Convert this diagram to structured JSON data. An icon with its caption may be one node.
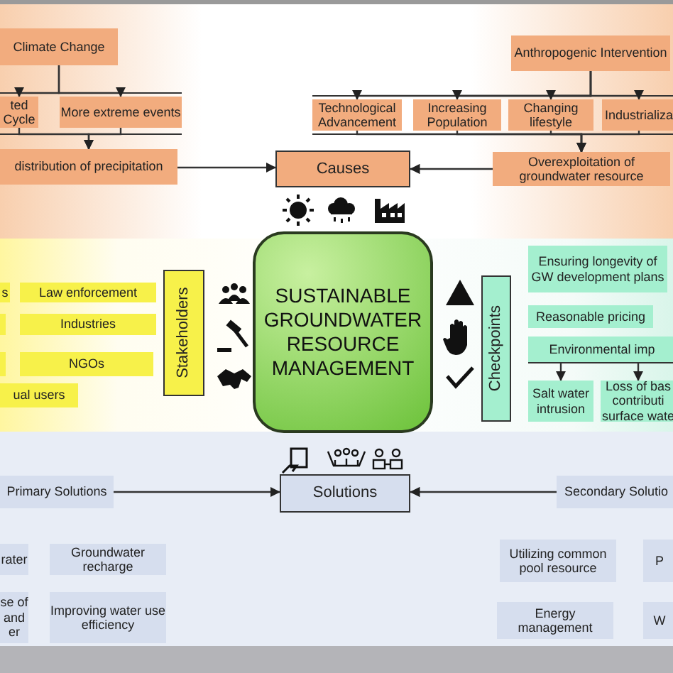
{
  "diagram": {
    "nodes": [
      {
        "text": [
          "Climate Change"
        ]
      },
      {
        "text": [
          "ted Cycle"
        ]
      },
      {
        "text": [
          "More extreme events"
        ]
      },
      {
        "text": [
          "distribution of precipitation"
        ]
      },
      {
        "text": [
          "Causes"
        ]
      },
      {
        "text": [
          "Anthropogenic Intervention"
        ]
      },
      {
        "text": [
          "Technological Advancement"
        ]
      },
      {
        "text": [
          "Increasing Population"
        ]
      },
      {
        "text": [
          "Changing lifestyle"
        ]
      },
      {
        "text": [
          "Industrializa"
        ]
      },
      {
        "text": [
          "Overexploitation of groundwater resource"
        ]
      },
      {
        "text": [
          "s"
        ]
      },
      {
        "text": [
          "Law enforcement"
        ]
      },
      {
        "text": [],
        "shape": "box"
      },
      {
        "text": [
          "Industries"
        ]
      },
      {
        "text": [],
        "shape": "box"
      },
      {
        "text": [
          "NGOs"
        ]
      },
      {
        "text": [
          "ual users"
        ]
      },
      {
        "text": [
          "Stakeholders"
        ]
      },
      {
        "text": [
          "SUSTAINABLE GROUNDWATER RESOURCE MANAGEMENT"
        ]
      },
      {
        "text": [
          "Checkpoints"
        ]
      },
      {
        "text": [
          "Ensuring longevity of GW development plans"
        ]
      },
      {
        "text": [
          "Reasonable pricing"
        ]
      },
      {
        "text": [
          "Environmental imp"
        ]
      },
      {
        "text": [
          "Salt water intrusion"
        ]
      },
      {
        "text": [
          "Loss of bas contributi surface wate"
        ]
      },
      {
        "text": [
          "Primary Solutions"
        ]
      },
      {
        "text": [
          "Solutions"
        ]
      },
      {
        "text": [
          "Secondary Solutio"
        ]
      },
      {
        "text": [
          "rater"
        ]
      },
      {
        "text": [
          "Groundwater recharge"
        ]
      },
      {
        "text": [
          "se of and er"
        ]
      },
      {
        "text": [
          "Improving water use efficiency"
        ]
      },
      {
        "text": [
          "Utilizing common pool resource"
        ]
      },
      {
        "text": [
          "P"
        ]
      },
      {
        "text": [
          "Energy management"
        ]
      },
      {
        "text": [
          "W"
        ]
      }
    ],
    "edges": [
      {
        "from": 0,
        "to": 1,
        "arrow": "to"
      },
      {
        "from": 0,
        "to": 2,
        "arrow": "to"
      },
      {
        "from": 1,
        "to": 3,
        "arrow": "to"
      },
      {
        "from": 2,
        "to": 3,
        "arrow": "to"
      },
      {
        "from": 3,
        "to": 4,
        "arrow": "to"
      },
      {
        "from": 5,
        "to": 6,
        "arrow": "to"
      },
      {
        "from": 5,
        "to": 7,
        "arrow": "to"
      },
      {
        "from": 5,
        "to": 8,
        "arrow": "to"
      },
      {
        "from": 5,
        "to": 9,
        "arrow": "to"
      },
      {
        "from": 6,
        "to": 10,
        "arrow": "to"
      },
      {
        "from": 7,
        "to": 10,
        "arrow": "to"
      },
      {
        "from": 8,
        "to": 10,
        "arrow": "to"
      },
      {
        "from": 9,
        "to": 10,
        "arrow": "to"
      },
      {
        "from": 10,
        "to": 4,
        "arrow": "to"
      },
      {
        "from": 23,
        "to": 24,
        "arrow": "to"
      },
      {
        "from": 23,
        "to": 25,
        "arrow": "to"
      },
      {
        "from": 26,
        "to": 27,
        "arrow": "to"
      },
      {
        "from": 28,
        "to": 27,
        "arrow": "to"
      }
    ]
  }
}
